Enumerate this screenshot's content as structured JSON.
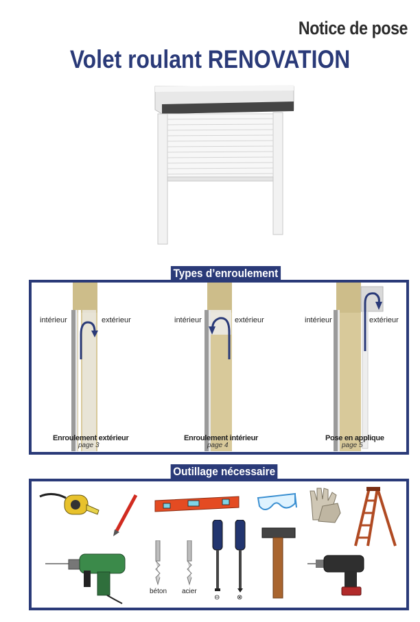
{
  "header": {
    "subtitle": "Notice de pose",
    "title": "Volet roulant RENOVATION"
  },
  "sections": {
    "types": {
      "label": "Types d’enroulement",
      "inside_label": "intérieur",
      "outside_label": "extérieur",
      "items": [
        {
          "title": "Enroulement extérieur",
          "page": "page 3"
        },
        {
          "title": "Enroulement intérieur",
          "page": "page 4"
        },
        {
          "title": "Pose en applique",
          "page": "page 5"
        }
      ]
    },
    "tools": {
      "label": "Outillage nécessaire",
      "drill_bits": [
        "béton",
        "acier"
      ],
      "screwdriver_tips": [
        "⊖",
        "⊗"
      ]
    }
  },
  "colors": {
    "brand_blue": "#2a3a78",
    "wall": "#d8c99a",
    "frame_gray": "#9a9a9a"
  }
}
